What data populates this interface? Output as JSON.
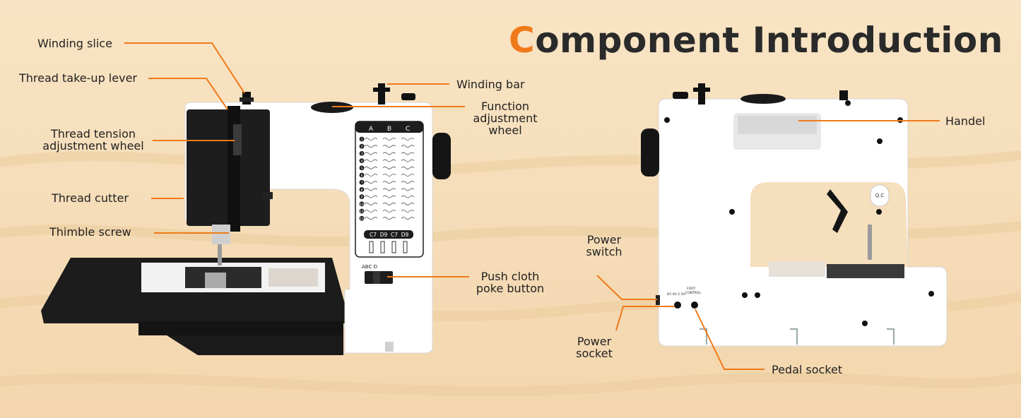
{
  "title": {
    "first_letter": "C",
    "rest": "omponent Introduction"
  },
  "colors": {
    "accent": "#f07a1a",
    "background": "#f6dfbd",
    "machine_body": "#ffffff",
    "machine_dark": "#1c1c1c"
  },
  "labels": {
    "winding_slice": "Winding slice",
    "thread_takeup_lever": "Thread take-up lever",
    "thread_tension_1": "Thread tension",
    "thread_tension_2": "adjustment wheel",
    "thread_cutter": "Thread cutter",
    "thimble_screw": "Thimble screw",
    "winding_bar": "Winding bar",
    "function_1": "Function",
    "function_2": "adjustment",
    "function_3": "wheel",
    "push_cloth_1": "Push cloth",
    "push_cloth_2": "poke button",
    "power_switch_1": "Power",
    "power_switch_2": "switch",
    "power_socket_1": "Power",
    "power_socket_2": "socket",
    "handel": "Handel",
    "pedal_socket": "Pedal socket"
  },
  "stitch_panel": {
    "columns": [
      "A",
      "B",
      "C"
    ],
    "rows": [
      "1",
      "2",
      "3",
      "4",
      "5",
      "6",
      "7",
      "8",
      "9",
      "10",
      "11",
      "12"
    ],
    "codes": [
      "C7",
      "D9",
      "C7",
      "D9"
    ],
    "selector": "ABC D"
  },
  "back_panel": {
    "dc_text": "DC 6V 1.5A",
    "foot_1": "FOOT",
    "foot_2": "CONTROL",
    "qc": "Q.C"
  }
}
